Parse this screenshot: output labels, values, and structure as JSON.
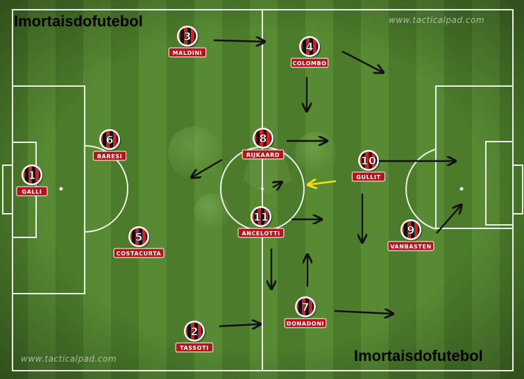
{
  "watermarks": {
    "top_left": "Imortaisdofutebol",
    "bottom_right": "Imortaisdofutebol",
    "site_top": "www.tacticalpad.com",
    "site_bottom": "www.tacticalpad.com"
  },
  "colors": {
    "grass_dark": "#4a7a2a",
    "grass_light": "#5b8c35",
    "lines": "#ffffff",
    "kit_red": "#d81f1f",
    "kit_black": "#111111",
    "label_bg": "#b3151b",
    "arrow_black": "#111111",
    "arrow_yellow": "#f2e20c"
  },
  "players": [
    {
      "number": "1",
      "name": "GALLI"
    },
    {
      "number": "6",
      "name": "BARESI"
    },
    {
      "number": "5",
      "name": "COSTACURTA"
    },
    {
      "number": "3",
      "name": "MALDINI"
    },
    {
      "number": "2",
      "name": "TASSOTI"
    },
    {
      "number": "8",
      "name": "RIJKAARD"
    },
    {
      "number": "11",
      "name": "ANCELOTTI"
    },
    {
      "number": "4",
      "name": "COLOMBO"
    },
    {
      "number": "7",
      "name": "DONADONI"
    },
    {
      "number": "10",
      "name": "GULLIT"
    },
    {
      "number": "9",
      "name": "VANBASTEN"
    }
  ],
  "arrows": [
    {
      "style": "black"
    },
    {
      "style": "black"
    },
    {
      "style": "black"
    },
    {
      "style": "black"
    },
    {
      "style": "black"
    },
    {
      "style": "black"
    },
    {
      "style": "black"
    },
    {
      "style": "black"
    },
    {
      "style": "black"
    },
    {
      "style": "black"
    },
    {
      "style": "black"
    },
    {
      "style": "black"
    },
    {
      "style": "black"
    },
    {
      "style": "black"
    },
    {
      "style": "yellow"
    },
    {
      "style": "yellow"
    }
  ]
}
